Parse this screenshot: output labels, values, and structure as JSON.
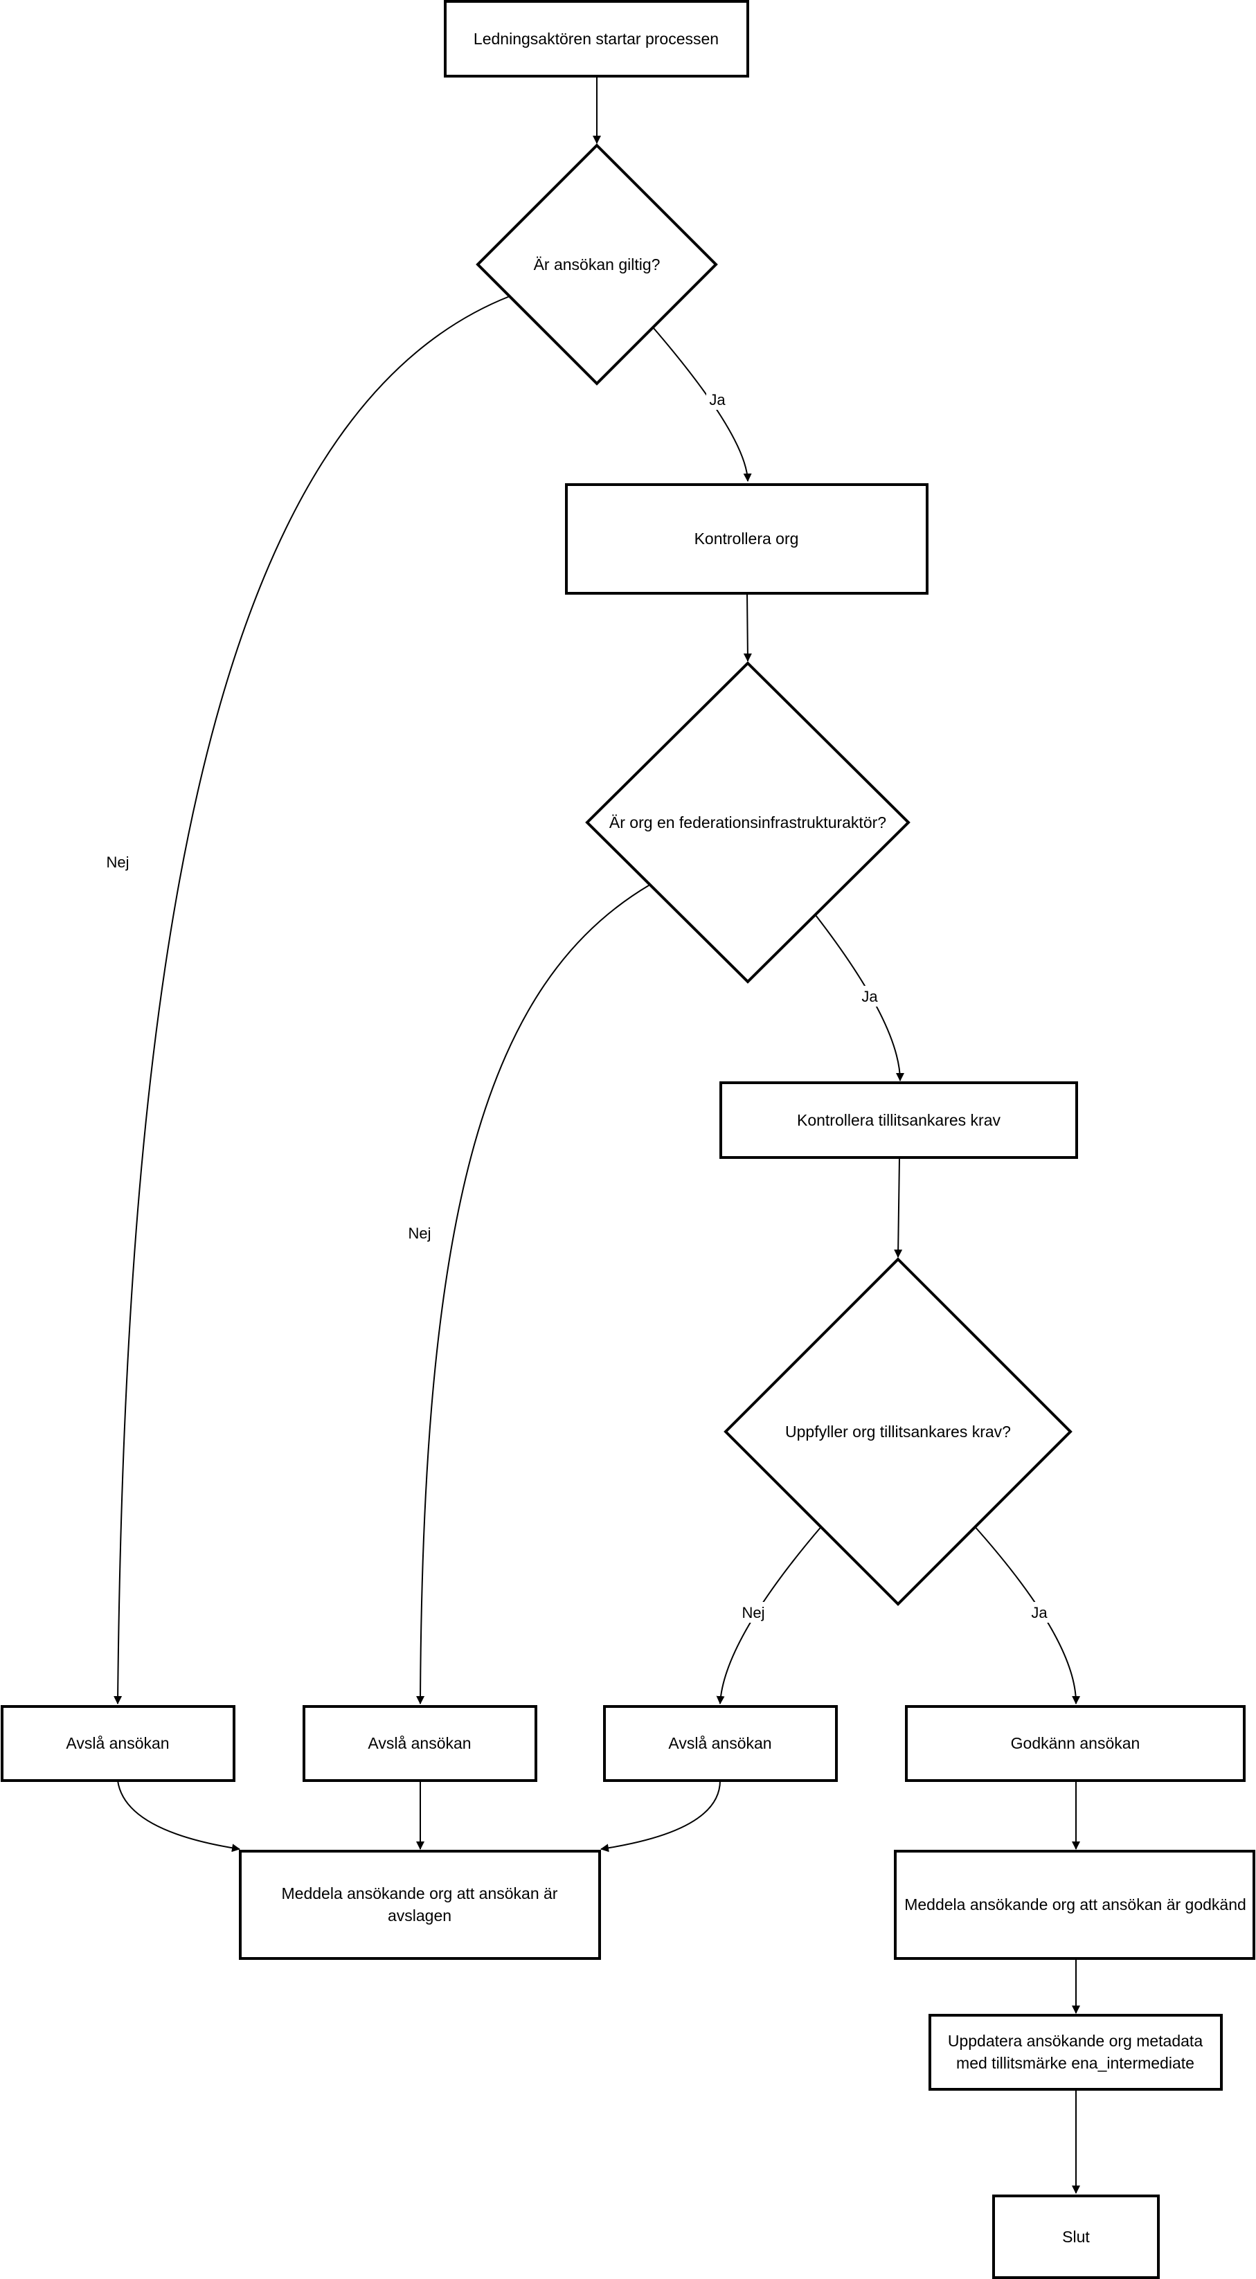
{
  "diagram": {
    "nodes": {
      "start": {
        "lines": [
          "Ledningsaktören startar processen"
        ]
      },
      "q_valid": {
        "lines": [
          "Är ansökan giltig?"
        ]
      },
      "check_org": {
        "lines": [
          "Kontrollera org"
        ]
      },
      "q_fed": {
        "lines": [
          "Är org en federationsinfrastrukturaktör?"
        ]
      },
      "check_anchor": {
        "lines": [
          "Kontrollera tillitsankares krav"
        ]
      },
      "q_req": {
        "lines": [
          "Uppfyller org tillitsankares krav?"
        ]
      },
      "reject1": {
        "lines": [
          "Avslå ansökan"
        ]
      },
      "reject2": {
        "lines": [
          "Avslå ansökan"
        ]
      },
      "reject3": {
        "lines": [
          "Avslå ansökan"
        ]
      },
      "approve": {
        "lines": [
          "Godkänn ansökan"
        ]
      },
      "notify_reject": {
        "lines": [
          "Meddela ansökande org att ansökan är",
          "avslagen"
        ]
      },
      "notify_approve": {
        "lines": [
          "Meddela ansökande org att ansökan är godkänd"
        ]
      },
      "update_meta": {
        "lines": [
          "Uppdatera ansökande org metadata",
          "med tillitsmärke ena_intermediate"
        ]
      },
      "end": {
        "lines": [
          "Slut"
        ]
      }
    },
    "edge_labels": {
      "valid_yes": "Ja",
      "valid_no": "Nej",
      "fed_yes": "Ja",
      "fed_no": "Nej",
      "req_no": "Nej",
      "req_yes": "Ja"
    }
  }
}
